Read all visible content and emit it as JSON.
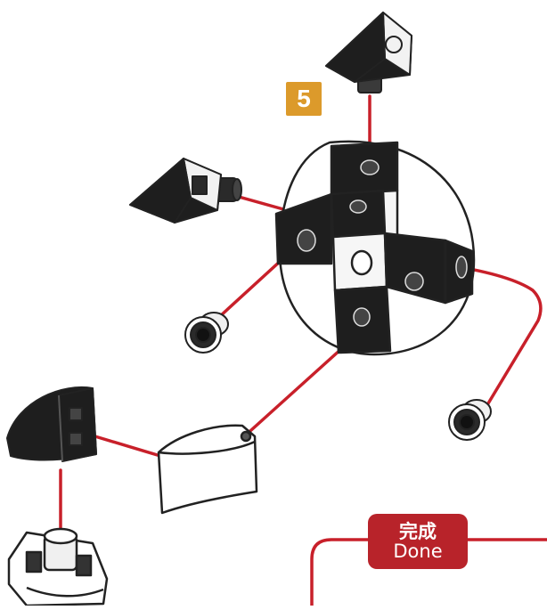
{
  "step": {
    "number": "5",
    "color": "#dc9a2b"
  },
  "completion": {
    "label_zh": "完成",
    "label_en": "Done",
    "color": "#b8232a"
  },
  "colors": {
    "connector_line": "#c8202a",
    "piece_dark": "#1e1e1e",
    "piece_light": "#ffffff",
    "outline": "#222222"
  },
  "parts": [
    "wedge-piece-top",
    "wedge-piece-left",
    "round-hub",
    "peg-left",
    "peg-right",
    "curved-wedge-dark",
    "curved-wedge-light",
    "base-piece"
  ]
}
